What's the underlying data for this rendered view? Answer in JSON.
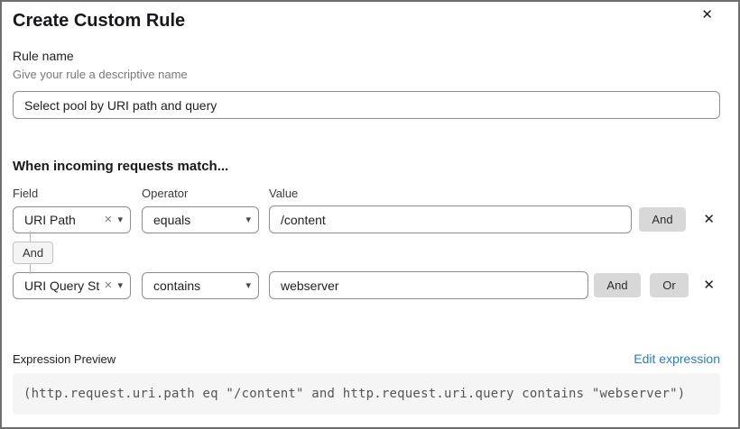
{
  "dialog": {
    "title": "Create Custom Rule"
  },
  "icons": {
    "close": "✕",
    "clear": "✕",
    "caret": "▾",
    "remove": "✕"
  },
  "rule_name": {
    "label": "Rule name",
    "help": "Give your rule a descriptive name",
    "value": "Select pool by URI path and query"
  },
  "match": {
    "heading": "When incoming requests match...",
    "field_label": "Field",
    "operator_label": "Operator",
    "value_label": "Value",
    "connector_label": "And",
    "rows": [
      {
        "field": "URI Path",
        "operator": "equals",
        "value": "/content",
        "and_label": "And"
      },
      {
        "field": "URI Query St...",
        "operator": "contains",
        "value": "webserver",
        "and_label": "And",
        "or_label": "Or"
      }
    ]
  },
  "expression": {
    "label": "Expression Preview",
    "edit_link": "Edit expression",
    "code": "(http.request.uri.path eq \"/content\" and http.request.uri.query contains \"webserver\")"
  },
  "colors": {
    "link_blue": "#2d7cbe",
    "button_gray": "#d8d8d8",
    "code_bg": "#f5f5f5",
    "input_border": "#8d8d8d",
    "dialog_border": "#6e6e6e"
  }
}
